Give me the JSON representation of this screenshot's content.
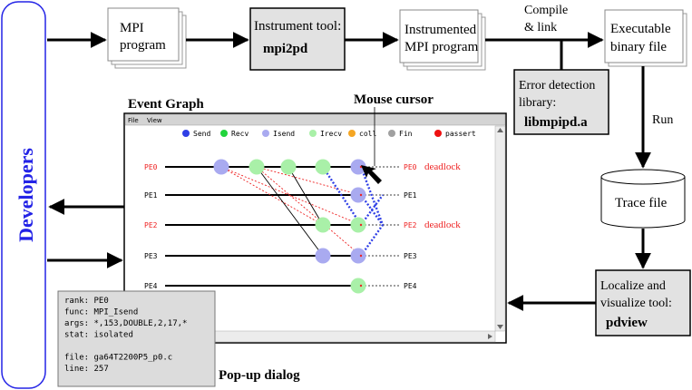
{
  "developers": {
    "label": "Developers"
  },
  "nodes": {
    "mpi_program": [
      "MPI",
      "program"
    ],
    "instrument_tool": {
      "line1": "Instrument tool:",
      "line2": "mpi2pd"
    },
    "instrumented_program": [
      "Instrumented",
      "MPI program"
    ],
    "executable": [
      "Executable",
      "binary file"
    ],
    "error_lib": {
      "line1": "Error detection",
      "line2": "library:",
      "line3": "libmpipd.a"
    },
    "trace_file": "Trace file",
    "localize_tool": {
      "line1": "Localize and",
      "line2": "visualize tool:",
      "line3": "pdview"
    }
  },
  "edge_labels": {
    "compile": [
      "Compile",
      "& link"
    ],
    "run": "Run"
  },
  "annotations": {
    "event_graph": "Event Graph",
    "mouse_cursor": "Mouse cursor",
    "popup_dialog": "Pop-up dialog"
  },
  "event_graph_window": {
    "menu": [
      "File",
      "View"
    ],
    "legend": [
      {
        "label": "Send",
        "color": "#2f3fe6"
      },
      {
        "label": "Recv",
        "color": "#22d43c"
      },
      {
        "label": "Isend",
        "color": "#a9aaf0"
      },
      {
        "label": "Irecv",
        "color": "#a9f0a8"
      },
      {
        "label": "coll",
        "color": "#f5a623"
      },
      {
        "label": "Fin",
        "color": "#a0a0a0"
      },
      {
        "label": "passert",
        "color": "#ee1111"
      }
    ],
    "processes": [
      {
        "label": "PE0",
        "right_label": "PE0",
        "status": "deadlock",
        "color": "#ee2222"
      },
      {
        "label": "PE1",
        "right_label": "PE1",
        "status": "",
        "color": "#000000"
      },
      {
        "label": "PE2",
        "right_label": "PE2",
        "status": "deadlock",
        "color": "#ee2222"
      },
      {
        "label": "PE3",
        "right_label": "PE3",
        "status": "",
        "color": "#000000"
      },
      {
        "label": "PE4",
        "right_label": "PE4",
        "status": "",
        "color": "#000000"
      }
    ]
  },
  "popup": {
    "lines": [
      "rank: PE0",
      "func: MPI_Isend",
      "args: *,153,DOUBLE,2,17,*",
      "stat: isolated",
      "",
      "file: ga64T2200P5_p0.c",
      "line: 257"
    ]
  },
  "colors": {
    "developers_text": "#2323e6",
    "tool_fill": "#e2e2e2",
    "deadlock": "#ee2222"
  }
}
